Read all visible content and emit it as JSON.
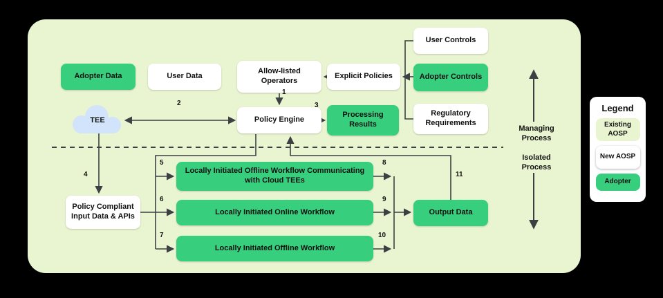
{
  "diagram": {
    "nodes": {
      "adopter_data": "Adopter Data",
      "user_data": "User Data",
      "allow_listed_operators": "Allow-listed Operators",
      "explicit_policies": "Explicit Policies",
      "user_controls": "User Controls",
      "adopter_controls": "Adopter Controls",
      "regulatory_requirements": "Regulatory Requirements",
      "tee": "TEE",
      "policy_engine": "Policy Engine",
      "processing_results": "Processing Results",
      "policy_compliant_input": "Policy Compliant Input Data & APIs",
      "workflow_offline_cloud_tees": "Locally Initiated Offline Workflow Communicating with Cloud TEEs",
      "workflow_online": "Locally Initiated Online Workflow",
      "workflow_offline": "Locally Initiated Offline Workflow",
      "output_data": "Output Data"
    },
    "step_numbers": {
      "s1": "1",
      "s2": "2",
      "s3": "3",
      "s4": "4",
      "s5": "5",
      "s6": "6",
      "s7": "7",
      "s8": "8",
      "s9": "9",
      "s10": "10",
      "s11": "11"
    },
    "process_labels": {
      "managing": "Managing Process",
      "isolated": "Isolated Process"
    }
  },
  "legend": {
    "title": "Legend",
    "items": [
      {
        "label": "Existing AOSP",
        "style": "existing"
      },
      {
        "label": "New AOSP",
        "style": "new"
      },
      {
        "label": "Adopter",
        "style": "adopter"
      }
    ]
  },
  "colors": {
    "adopter_green": "#37cf7d",
    "existing_aosp_bg": "#e9f4d0",
    "new_aosp_bg": "#ffffff",
    "tee_cloud_blue": "#d2e3fc",
    "arrow": "#3c4043",
    "background": "#000000"
  }
}
